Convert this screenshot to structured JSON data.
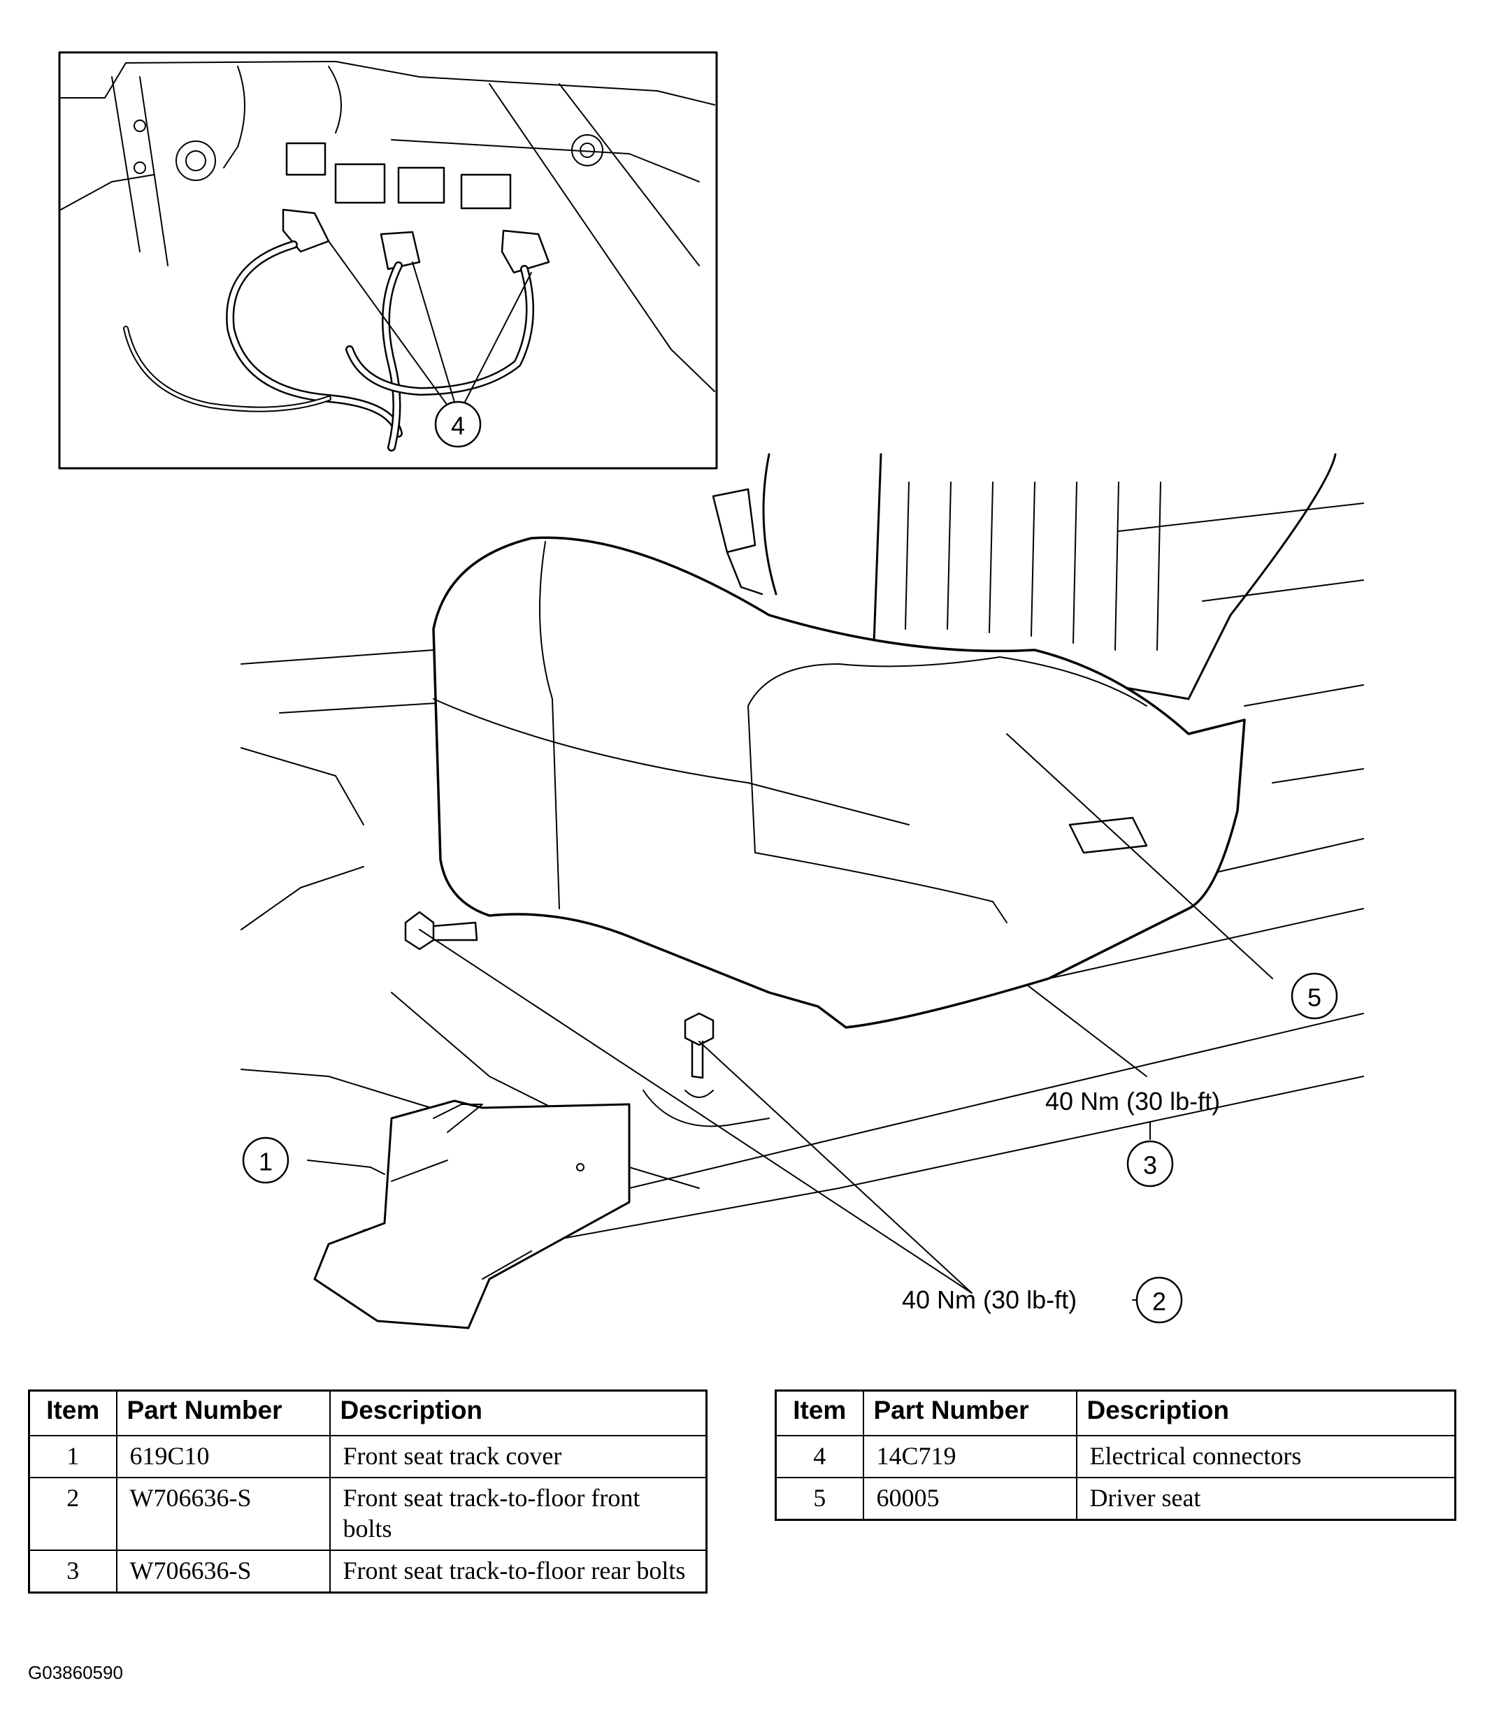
{
  "inset": {
    "callout": "4"
  },
  "main_view": {
    "callouts": {
      "cover": "1",
      "front_bolt": "2",
      "rear_bolt": "3",
      "seat": "5"
    },
    "torque_rear": "40 Nm (30 lb-ft)",
    "torque_front": "40 Nm (30 lb-ft)"
  },
  "table_left": {
    "headers": [
      "Item",
      "Part Number",
      "Description"
    ],
    "rows": [
      {
        "item": "1",
        "part_number": "619C10",
        "description": "Front seat track cover"
      },
      {
        "item": "2",
        "part_number": "W706636-S",
        "description": "Front seat track-to-floor front bolts"
      },
      {
        "item": "3",
        "part_number": "W706636-S",
        "description": "Front seat track-to-floor rear bolts"
      }
    ]
  },
  "table_right": {
    "headers": [
      "Item",
      "Part Number",
      "Description"
    ],
    "rows": [
      {
        "item": "4",
        "part_number": "14C719",
        "description": "Electrical connectors"
      },
      {
        "item": "5",
        "part_number": "60005",
        "description": "Driver seat"
      }
    ]
  },
  "figure_id": "G03860590"
}
